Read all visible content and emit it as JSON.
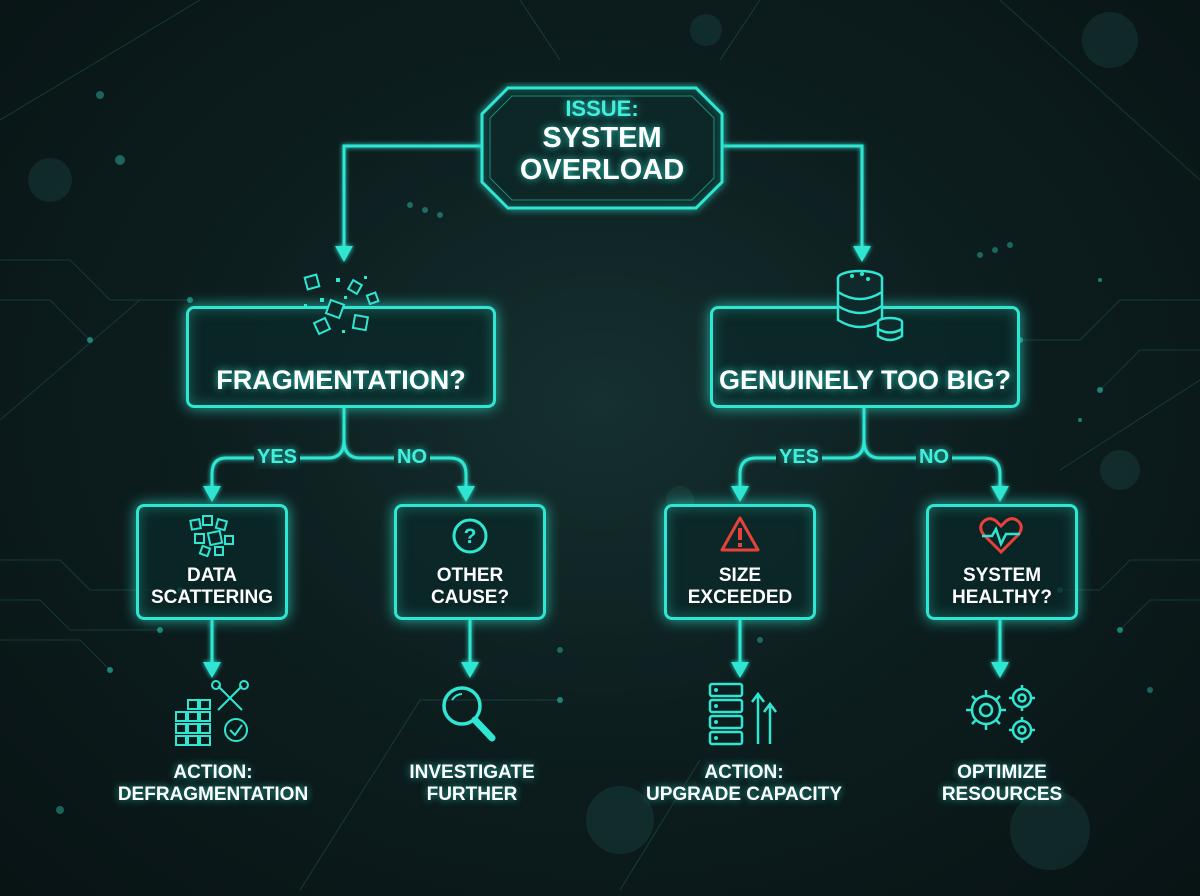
{
  "root": {
    "line1": "ISSUE:",
    "line2": "SYSTEM",
    "line3": "OVERLOAD"
  },
  "questions": {
    "left": {
      "label": "FRAGMENTATION?",
      "icon": "scattered-fragments-icon"
    },
    "right": {
      "label": "GENUINELY TOO BIG?",
      "icon": "database-stack-icon"
    }
  },
  "branches": {
    "yes": "YES",
    "no": "NO"
  },
  "results": [
    {
      "line1": "DATA",
      "line2": "SCATTERING",
      "icon": "scattered-blocks-icon"
    },
    {
      "line1": "OTHER",
      "line2": "CAUSE?",
      "icon": "question-circle-icon"
    },
    {
      "line1": "SIZE",
      "line2": "EXCEEDED",
      "icon": "warning-triangle-icon"
    },
    {
      "line1": "SYSTEM",
      "line2": "HEALTHY?",
      "icon": "heart-pulse-icon"
    }
  ],
  "actions": [
    {
      "line1": "ACTION:",
      "line2": "DEFRAGMENTATION",
      "icon": "blocks-wrench-check-icon"
    },
    {
      "line1": "INVESTIGATE",
      "line2": "FURTHER",
      "icon": "magnifier-icon"
    },
    {
      "line1": "ACTION:",
      "line2": "UPGRADE CAPACITY",
      "icon": "server-upgrade-icon"
    },
    {
      "line1": "OPTIMIZE",
      "line2": "RESOURCES",
      "icon": "gears-icon"
    }
  ],
  "colors": {
    "accent": "#2fe6d2",
    "alert": "#e8413c",
    "background": "#0d1e1f",
    "text": "#ffffff"
  }
}
